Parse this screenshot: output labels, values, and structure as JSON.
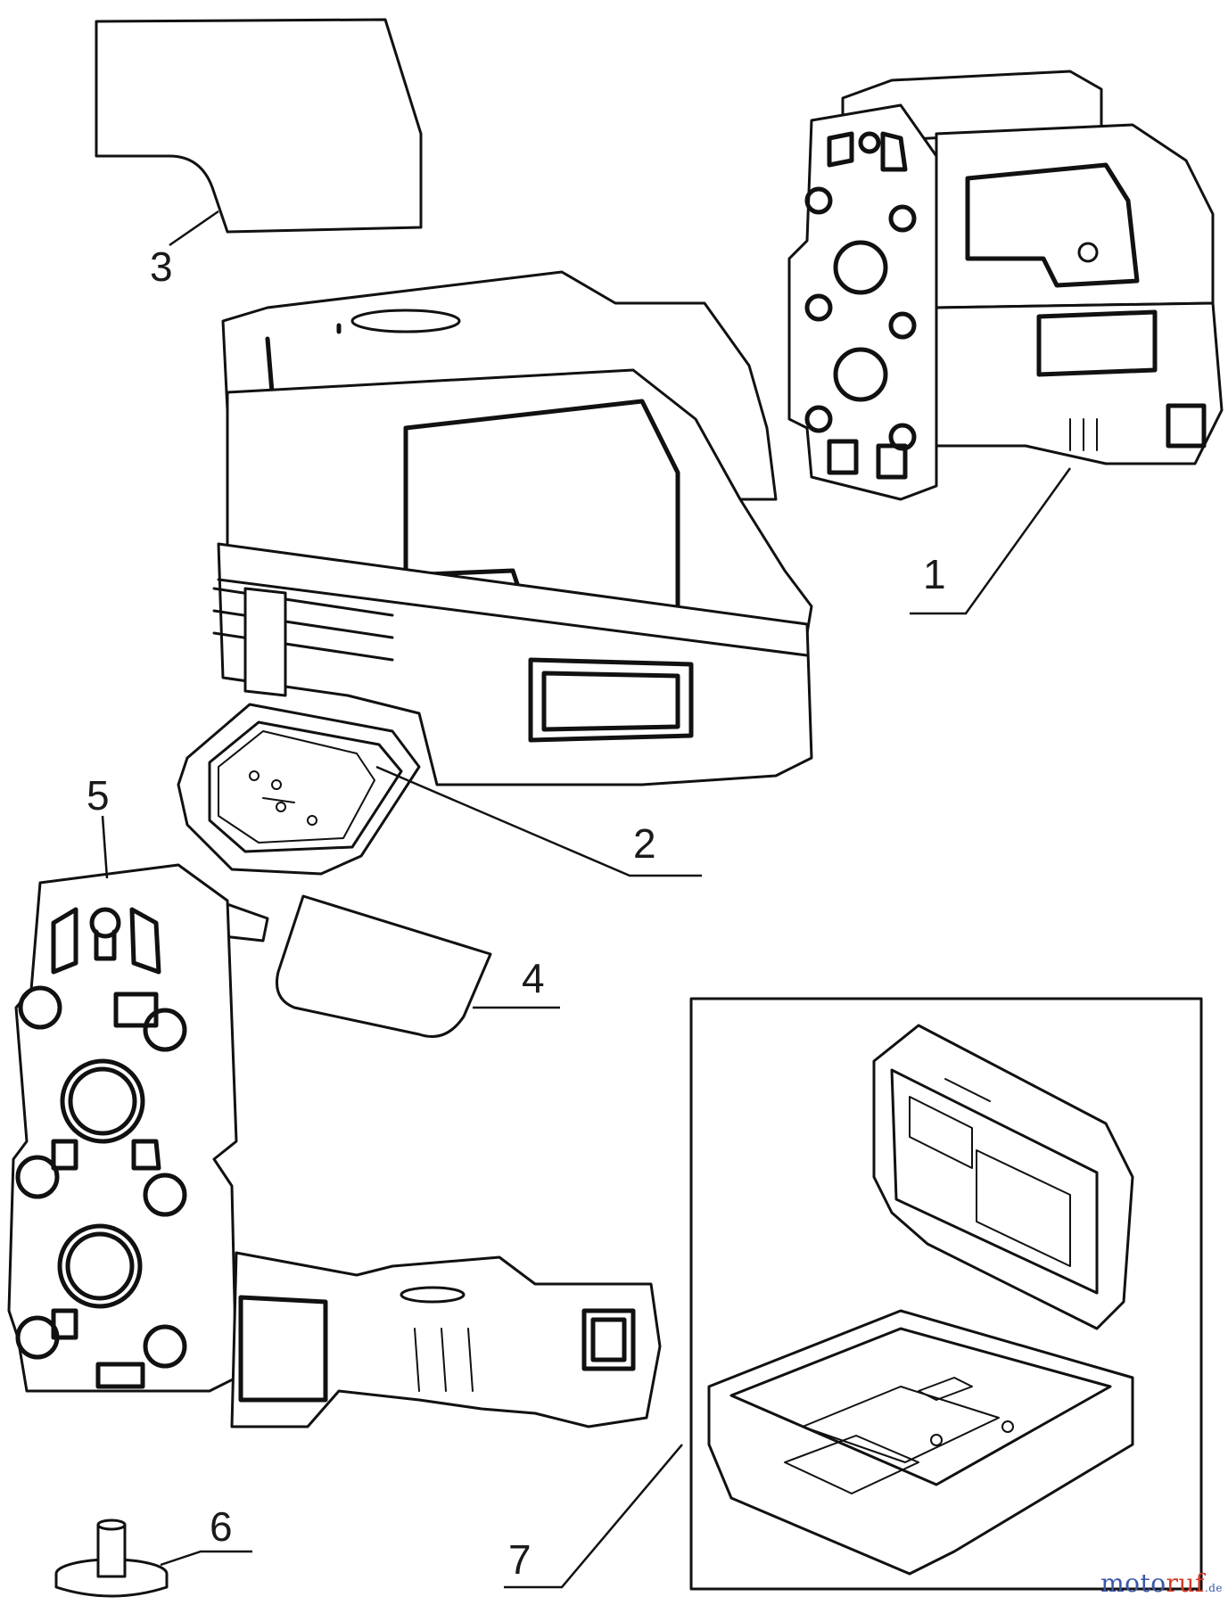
{
  "callouts": [
    {
      "id": "1",
      "label": "1"
    },
    {
      "id": "2",
      "label": "2"
    },
    {
      "id": "3",
      "label": "3"
    },
    {
      "id": "4",
      "label": "4"
    },
    {
      "id": "5",
      "label": "5"
    },
    {
      "id": "6",
      "label": "6"
    },
    {
      "id": "7",
      "label": "7"
    }
  ],
  "watermark": {
    "part1": "moto",
    "part2": "ruf",
    "suffix": ".de"
  }
}
